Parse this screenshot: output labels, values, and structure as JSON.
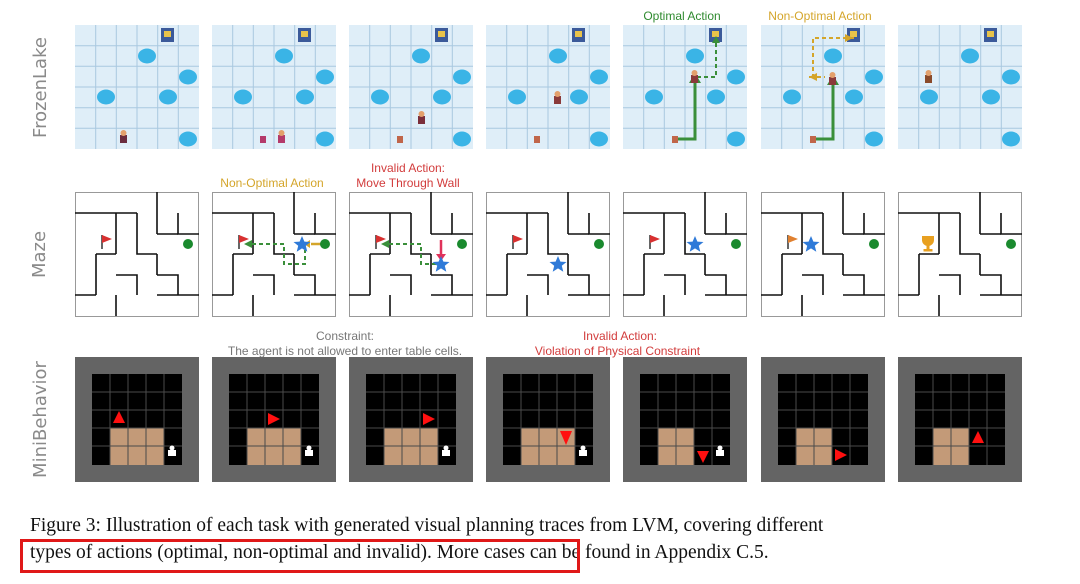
{
  "rows": {
    "frozenlake": "FrozenLake",
    "maze": "Maze",
    "minibehavior": "MiniBehavior"
  },
  "annotations": {
    "optimal": "Optimal Action",
    "non_optimal_fl": "Non-Optimal Action",
    "non_optimal_maze": "Non-Optimal Action",
    "invalid_wall_1": "Invalid Action:",
    "invalid_wall_2": "Move Through Wall",
    "constraint_1": "Constraint:",
    "constraint_2": "The agent is not allowed to enter table cells.",
    "invalid_phys_1": "Invalid Action:",
    "invalid_phys_2": "Violation of Physical Constraint"
  },
  "caption": {
    "line1": "Figure 3: Illustration of each task with generated visual planning traces from LVM, covering different",
    "line2": "types of actions (optimal, non-optimal and invalid). More cases can be found in Appendix C.5."
  },
  "colors": {
    "ice": "#dfeef8",
    "hole": "#3ab4e6",
    "path_green": "#3a8f3a",
    "path_yellow": "#d4a52a",
    "invalid_red": "#e0325a",
    "table": "#c39a78",
    "agent_red": "#ff1010",
    "highlight": "#e01818"
  }
}
